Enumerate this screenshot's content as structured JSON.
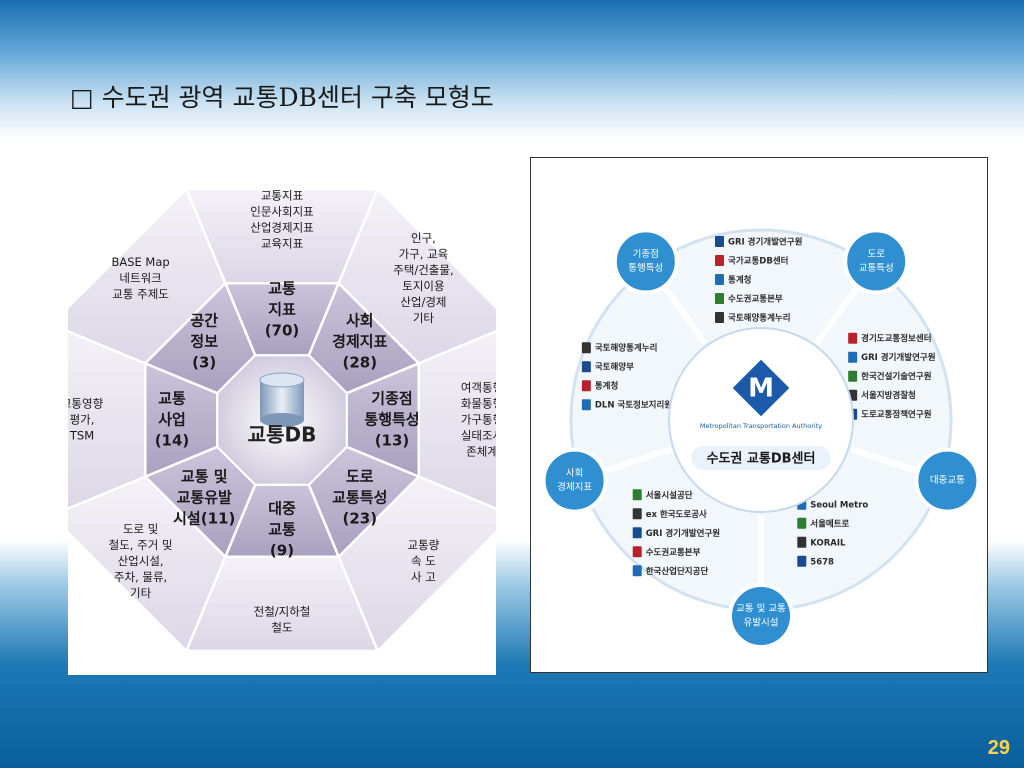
{
  "slide": {
    "title": "□ 수도권 광역 교통DB센터 구축 모형도",
    "page_number": "29"
  },
  "left_diagram": {
    "center": "교통DB",
    "outer": [
      [
        "교통지표",
        "인문사회지표",
        "산업경제지표",
        "교육지표"
      ],
      [
        "인구,",
        "가구, 교육",
        "주택/건출물,",
        "토지이용",
        "산업/경제",
        "기타"
      ],
      [
        "여객통행",
        "화물통행",
        "가구통행",
        "실태조사",
        "존체계"
      ],
      [
        "교통량",
        "속   도",
        "사   고"
      ],
      [
        "전철/지하철",
        "철도"
      ],
      [
        "도로 및",
        "철도, 주거 및",
        "산업시설,",
        "주차, 물류,",
        "기타"
      ],
      [
        "교통영향",
        "평가,",
        "TSM"
      ],
      [
        "BASE Map",
        "네트워크",
        "교통 주제도"
      ]
    ],
    "inner": [
      [
        "교통",
        "지표",
        "(70)"
      ],
      [
        "사회",
        "경제지표",
        "(28)"
      ],
      [
        "기종점",
        "통행특성",
        "(13)"
      ],
      [
        "도로",
        "교통특성",
        "(23)"
      ],
      [
        "대중",
        "교통",
        "(9)"
      ],
      [
        "교통 및",
        "교통유발",
        "시설(11)"
      ],
      [
        "교통",
        "사업",
        "(14)"
      ],
      [
        "공간",
        "정보",
        "(3)"
      ]
    ]
  },
  "right_diagram": {
    "center_name": "수도권 교통DB센터",
    "center_logo": "M",
    "center_sub": "Metropolitan Transportation Authority",
    "bubbles": [
      [
        "기종점",
        "통행특성"
      ],
      [
        "도로",
        "교통특성"
      ],
      [
        "대중교통"
      ],
      [
        "교통 및 교통",
        "유발시설"
      ],
      [
        "사회",
        "경제지표"
      ]
    ],
    "orgs": [
      [
        "GRI 경기개발연구원",
        "국가교통DB센터",
        "통계청",
        "수도권교통본부",
        "국토해양통계누리"
      ],
      [
        "경기도교통정보센터",
        "GRI 경기개발연구원",
        "한국건설기술연구원",
        "서울지방경찰청",
        "도로교통정책연구원"
      ],
      [
        "Seoul Metro",
        "서울메트로",
        "KORAIL",
        "5678"
      ],
      [
        "서울시설공단",
        "ex 한국도로공사",
        "GRI 경기개발연구원",
        "수도권교통본부",
        "한국산업단지공단"
      ],
      [
        "국토해양통계누리",
        "국토해양부",
        "통계청",
        "DLN 국토정보지리원"
      ]
    ],
    "colors": {
      "bubble": "#2f8fd0",
      "ring": "#dde9f5",
      "center_logo": "#1a5aa8"
    }
  }
}
